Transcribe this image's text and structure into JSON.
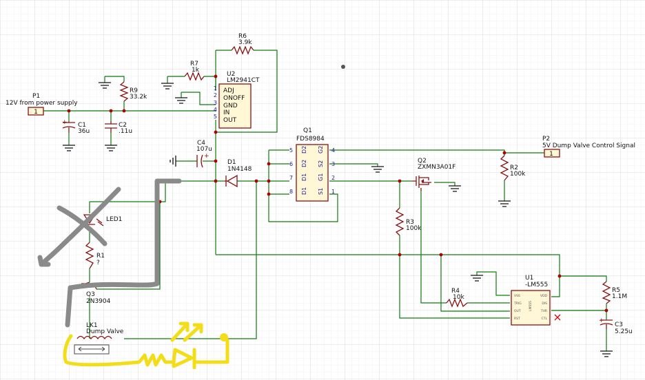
{
  "components": {
    "P1": {
      "ref": "P1",
      "value": "12V from power supply",
      "pin": "1"
    },
    "P2": {
      "ref": "P2",
      "value": "5V Dump Valve Control Signal",
      "pin": "1"
    },
    "C1": {
      "ref": "C1",
      "value": "36u"
    },
    "C2": {
      "ref": "C2",
      "value": ".11u"
    },
    "C3": {
      "ref": "C3",
      "value": "5.25u"
    },
    "C4": {
      "ref": "C4",
      "value": "107u"
    },
    "R1": {
      "ref": "R1",
      "value": "?"
    },
    "R2": {
      "ref": "R2",
      "value": "100k"
    },
    "R3": {
      "ref": "R3",
      "value": "100k"
    },
    "R4": {
      "ref": "R4",
      "value": "10k"
    },
    "R5": {
      "ref": "R5",
      "value": "1.1M"
    },
    "R6": {
      "ref": "R6",
      "value": "3.9k"
    },
    "R7": {
      "ref": "R7",
      "value": "1k"
    },
    "R9": {
      "ref": "R9",
      "value": "33.2k"
    },
    "D1": {
      "ref": "D1",
      "value": "1N4148"
    },
    "LED1": {
      "ref": "LED1"
    },
    "Q1": {
      "ref": "Q1",
      "value": "FDS8984"
    },
    "Q2": {
      "ref": "Q2",
      "value": "ZXMN3A01F"
    },
    "Q3": {
      "ref": "Q3",
      "value": "2N3904"
    },
    "U1": {
      "ref": "U1",
      "value": "-LM555",
      "body": "LM555"
    },
    "U2": {
      "ref": "U2",
      "value": "LM2941CT"
    },
    "LK1": {
      "ref": "LK1",
      "value": "Dump Valve"
    }
  },
  "u2_pins": [
    {
      "num": "1",
      "name": "ADJ"
    },
    {
      "num": "2",
      "name": "ONOFF"
    },
    {
      "num": "3",
      "name": "GND"
    },
    {
      "num": "4",
      "name": "IN"
    },
    {
      "num": "5",
      "name": "OUT"
    }
  ],
  "q1_pins": {
    "left_nums": [
      "5",
      "6",
      "7",
      "8"
    ],
    "left_names": [
      "D2",
      "D2",
      "D1",
      "D1"
    ],
    "right_nums": [
      "4",
      "3",
      "2",
      "1"
    ],
    "right_names": [
      "G2",
      "S2",
      "G1",
      "S1"
    ]
  },
  "u1_pins": {
    "left": [
      "VSS",
      "TRIG",
      "OUT",
      "RST"
    ],
    "right": [
      "VDD",
      "DIS",
      "THR",
      "CTL"
    ]
  },
  "colors": {
    "wire": "#0d7a0d",
    "component": "#8b1010",
    "junction": "#b00000",
    "grey_markup": "#8a8a8a",
    "yellow_markup": "#f2dd18"
  }
}
